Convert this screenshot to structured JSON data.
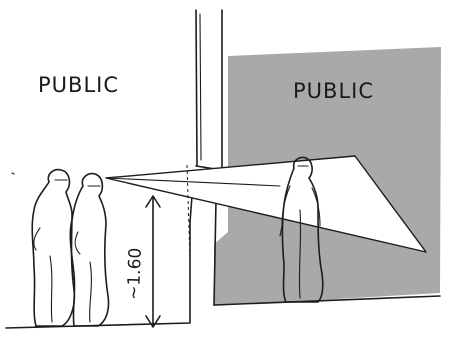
{
  "diagram": {
    "left_zone_label": "PUBLIC",
    "right_zone_label": "PUBLIC",
    "eye_height_label": "~1.60",
    "colors": {
      "shaded_space": "#a9a9a9",
      "ink": "#1d1d1d",
      "sightline_fill": "#ffffff"
    }
  }
}
